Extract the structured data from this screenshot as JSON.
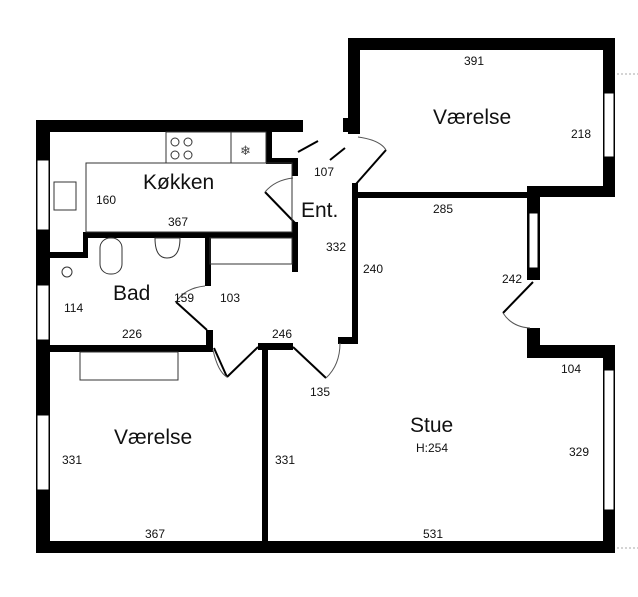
{
  "rooms": {
    "kitchen": "Køkken",
    "entrance": "Ent.",
    "bath": "Bad",
    "bedroom_top": "Værelse",
    "bedroom_bottom": "Værelse",
    "living": "Stue",
    "living_height": "H:254"
  },
  "dimensions": {
    "bedroom_top_width": "391",
    "bedroom_top_depth": "218",
    "entrance_door": "107",
    "kitchen_depth": "160",
    "kitchen_width": "367",
    "entrance_length": "332",
    "living_top": "285",
    "living_left": "240",
    "living_recess": "242",
    "living_step": "104",
    "bath_side": "114",
    "bath_door": "159",
    "hall_width": "103",
    "bath_width": "226",
    "hall_bottom": "246",
    "hall_door": "135",
    "bedroom_bottom_depth": "331",
    "bedroom_bottom_width": "367",
    "living_depth_left": "331",
    "living_width": "531",
    "living_depth_right": "329"
  }
}
